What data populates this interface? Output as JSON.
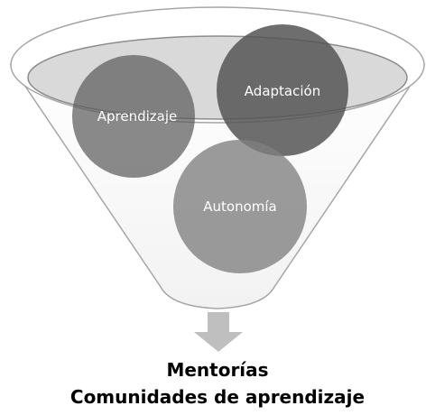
{
  "diagram": {
    "circles": [
      {
        "label": "Aprendizaje"
      },
      {
        "label": "Adaptación"
      },
      {
        "label": "Autonomía"
      }
    ],
    "results": [
      {
        "label": "Mentorías"
      },
      {
        "label": "Comunidades de aprendizaje"
      }
    ]
  },
  "colors": {
    "funnel_outline": "#a6a6a6",
    "funnel_rim_fill": "#d9d9d9",
    "circle_fill": "#555555",
    "arrow_fill": "#bfbfbf",
    "text_dark": "#000000",
    "text_light": "#ffffff"
  }
}
